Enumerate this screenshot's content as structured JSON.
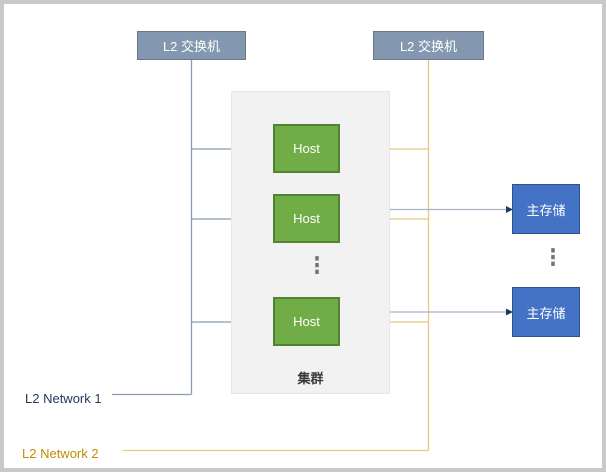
{
  "diagram": {
    "switch1": {
      "label": "L2 交换机"
    },
    "switch2": {
      "label": "L2 交换机"
    },
    "cluster": {
      "label": "集群",
      "hosts": [
        {
          "label": "Host"
        },
        {
          "label": "Host"
        },
        {
          "label": "Host"
        }
      ],
      "ellipsis": "⋮"
    },
    "storage": {
      "items": [
        {
          "label": "主存储"
        },
        {
          "label": "主存储"
        }
      ],
      "ellipsis": "⋮"
    },
    "legend": {
      "network1": "L2 Network 1",
      "network2": "L2 Network 2"
    },
    "colors": {
      "switch_fill": "#8497B0",
      "switch_border": "#6B7686",
      "host_fill": "#70AD47",
      "host_border": "#548235",
      "storage_fill": "#4472C4",
      "storage_border": "#2F528F",
      "cluster_fill": "#F2F2F2",
      "network1_line": "#8B9CB5",
      "network2_line": "#E7C87E",
      "arrow_line": "#A8B5C7",
      "arrow_head": "#203864",
      "network1_text": "#24395E",
      "network2_text": "#BD8F00"
    }
  }
}
